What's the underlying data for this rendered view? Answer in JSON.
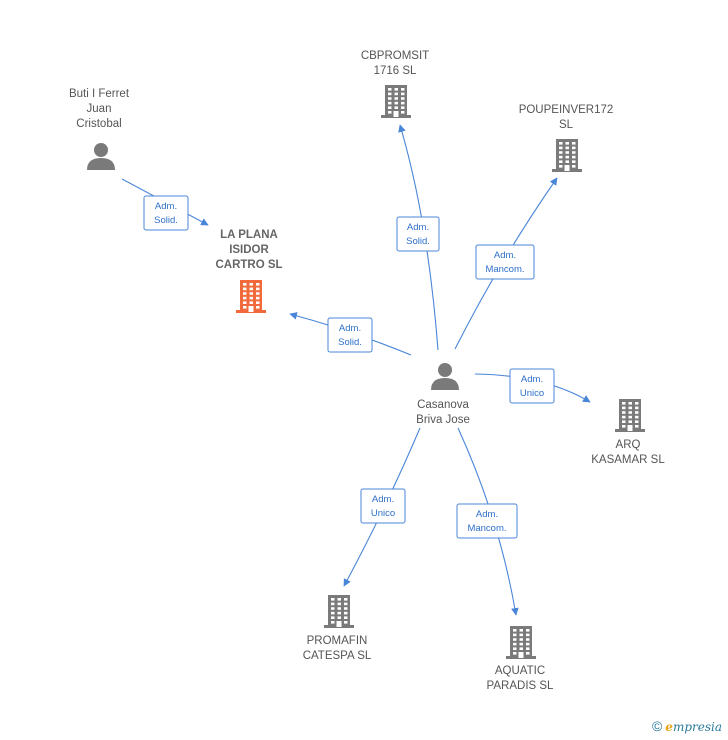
{
  "colors": {
    "edge": "#4a86d8",
    "company": "#7a7a7a",
    "focus_company": "#f26a3b",
    "person": "#7a7a7a"
  },
  "nodes": [
    {
      "id": "casanova",
      "kind": "person",
      "icon": "person-icon",
      "lines": [
        "Casanova",
        "Briva Jose"
      ]
    },
    {
      "id": "buti",
      "kind": "person",
      "icon": "person-icon",
      "lines": [
        "Buti I Ferret",
        "Juan",
        "Cristobal"
      ]
    },
    {
      "id": "laplana",
      "kind": "company-focus",
      "icon": "building-icon",
      "lines": [
        "LA PLANA",
        "ISIDOR",
        "CARTRO  SL"
      ]
    },
    {
      "id": "cbpromsit",
      "kind": "company",
      "icon": "building-icon",
      "lines": [
        "CBPROMSIT",
        "1716  SL"
      ]
    },
    {
      "id": "poupeinver",
      "kind": "company",
      "icon": "building-icon",
      "lines": [
        "POUPEINVER172",
        "SL"
      ]
    },
    {
      "id": "arq",
      "kind": "company",
      "icon": "building-icon",
      "lines": [
        "ARQ",
        "KASAMAR  SL"
      ]
    },
    {
      "id": "promafin",
      "kind": "company",
      "icon": "building-icon",
      "lines": [
        "PROMAFIN",
        "CATESPA SL"
      ]
    },
    {
      "id": "aquatic",
      "kind": "company",
      "icon": "building-icon",
      "lines": [
        "AQUATIC",
        "PARADIS SL"
      ]
    }
  ],
  "edges": [
    {
      "id": "buti-laplana",
      "from": "buti",
      "to": "laplana",
      "label": [
        "Adm.",
        "Solid."
      ]
    },
    {
      "id": "casanova-laplana",
      "from": "casanova",
      "to": "laplana",
      "label": [
        "Adm.",
        "Solid."
      ]
    },
    {
      "id": "casanova-cbpromsit",
      "from": "casanova",
      "to": "cbpromsit",
      "label": [
        "Adm.",
        "Solid."
      ]
    },
    {
      "id": "casanova-poupeinver",
      "from": "casanova",
      "to": "poupeinver",
      "label": [
        "Adm.",
        "Mancom."
      ]
    },
    {
      "id": "casanova-arq",
      "from": "casanova",
      "to": "arq",
      "label": [
        "Adm.",
        "Unico"
      ]
    },
    {
      "id": "casanova-promafin",
      "from": "casanova",
      "to": "promafin",
      "label": [
        "Adm.",
        "Unico"
      ]
    },
    {
      "id": "casanova-aquatic",
      "from": "casanova",
      "to": "aquatic",
      "label": [
        "Adm.",
        "Mancom."
      ]
    }
  ],
  "brand": {
    "copyright": "©",
    "e": "e",
    "rest": "mpresia"
  }
}
